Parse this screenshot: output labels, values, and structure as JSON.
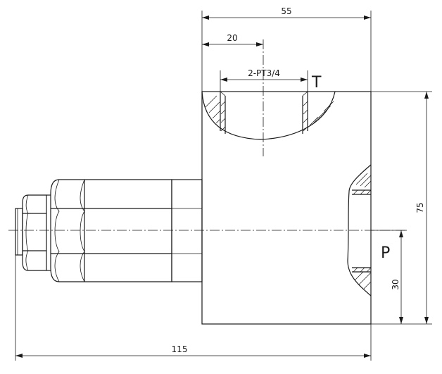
{
  "dimensions": {
    "top_width": "55",
    "port_offset": "20",
    "thread_spec": "2-PT3/4",
    "height": "75",
    "p_offset": "30",
    "overall_length": "115"
  },
  "ports": {
    "tank": "T",
    "pressure": "P"
  }
}
